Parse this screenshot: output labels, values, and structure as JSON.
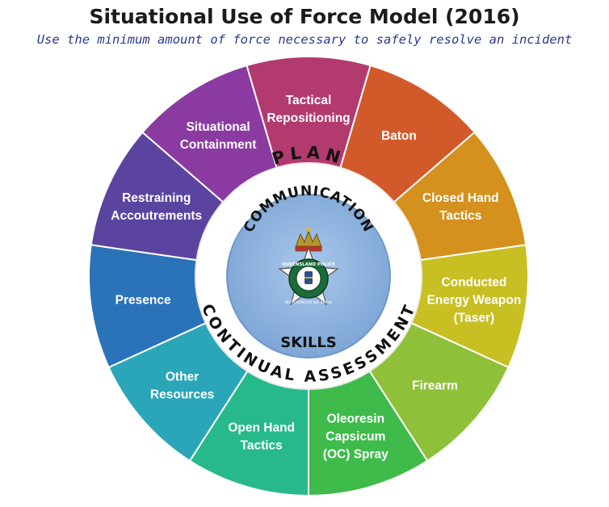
{
  "title": "Situational Use of Force Model (2016)",
  "subtitle": "Use the minimum amount of force necessary to safely resolve an incident",
  "segments": [
    {
      "lines": [
        "Tactical",
        "Repositioning"
      ],
      "color": "#b33a6e"
    },
    {
      "lines": [
        "Baton"
      ],
      "color": "#d25a2a"
    },
    {
      "lines": [
        "Closed Hand",
        "Tactics"
      ],
      "color": "#d4911e"
    },
    {
      "lines": [
        "Conducted",
        "Energy Weapon",
        "(Taser)"
      ],
      "color": "#c8bf22"
    },
    {
      "lines": [
        "Firearm"
      ],
      "color": "#8fc03a"
    },
    {
      "lines": [
        "Oleoresin",
        "Capsicum",
        "(OC) Spray"
      ],
      "color": "#3ebb4a"
    },
    {
      "lines": [
        "Open Hand",
        "Tactics"
      ],
      "color": "#27b98b"
    },
    {
      "lines": [
        "Other",
        "Resources"
      ],
      "color": "#2aa6b8"
    },
    {
      "lines": [
        "Presence"
      ],
      "color": "#2a73b8"
    },
    {
      "lines": [
        "Restraining",
        "Accoutrements"
      ],
      "color": "#5b43a0"
    },
    {
      "lines": [
        "Situational",
        "Containment"
      ],
      "color": "#8b3aa2"
    }
  ],
  "ring": {
    "top": "PLAN",
    "bottom": "CONTINUAL ASSESSMENT"
  },
  "center": {
    "top": "COMMUNICATION",
    "bottom": "SKILLS"
  },
  "badge": {
    "text": "QUEENSLAND POLICE",
    "motto": "WITH HONOUR WE SERVE"
  }
}
